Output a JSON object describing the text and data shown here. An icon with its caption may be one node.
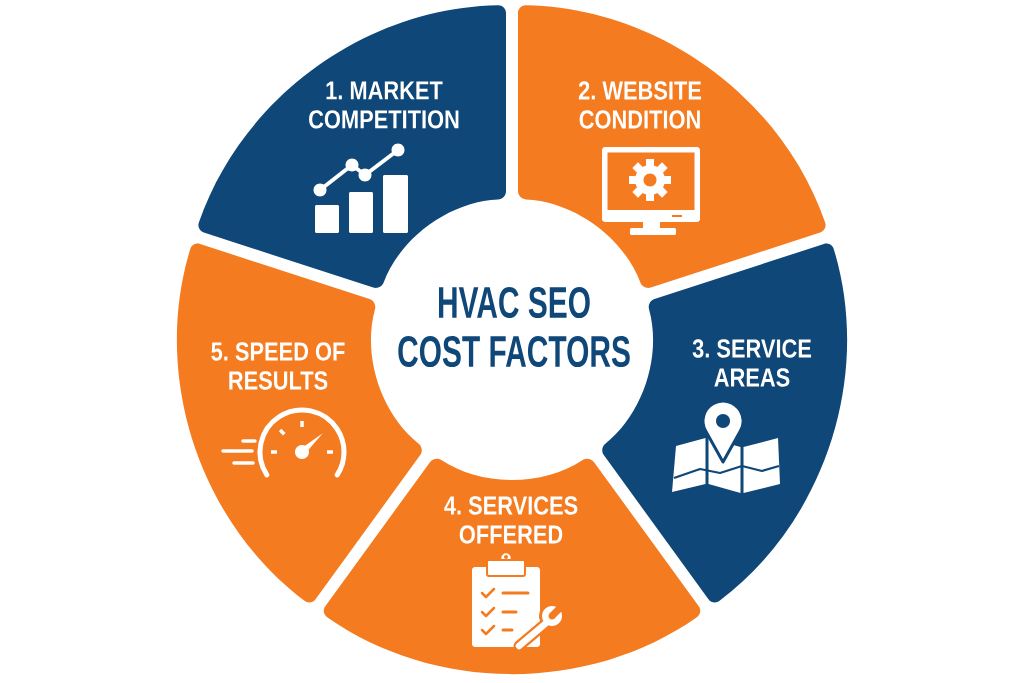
{
  "diagram": {
    "nodes": [
      {
        "text": [
          "HVAC SEO COST FACTORS"
        ]
      },
      {
        "text": [
          "1. MARKET COMPETITION"
        ]
      },
      {
        "text": [
          "2. WEBSITE CONDITION"
        ]
      },
      {
        "text": [
          "3. SERVICE AREAS"
        ]
      },
      {
        "text": [
          "4. SERVICES OFFERED"
        ]
      },
      {
        "text": [
          "5. SPEED OF RESULTS"
        ]
      }
    ]
  }
}
